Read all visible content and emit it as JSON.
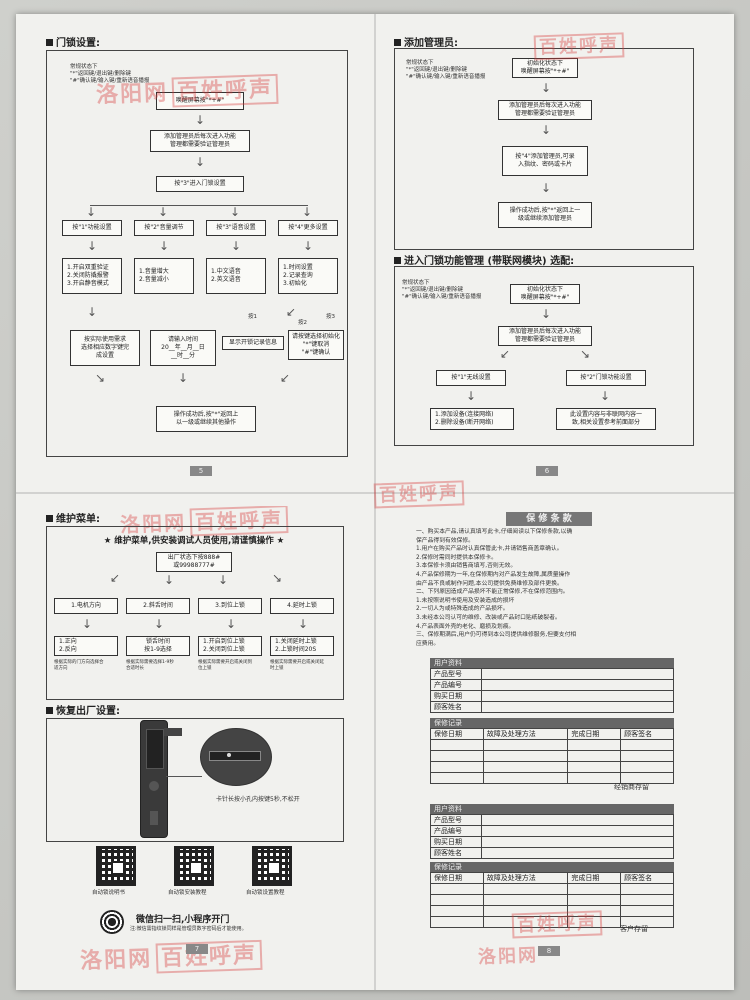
{
  "watermark": {
    "text1": "洛阳网",
    "text2": "百姓呼声"
  },
  "p5": {
    "title": "门锁设置:",
    "note": "常规状态下\n\"*\"返回键/退出键/删除键\n\"#\"确认键/输入键/重新语音播报",
    "wake": "唤醒屏幕按\"*+#\"",
    "verify": "添加管理员后每次进入功能\n管理都需要验证管理员",
    "enter": "按\"3\"进入门锁设置",
    "opts": [
      "按\"1\"功能设置",
      "按\"2\"音量调节",
      "按\"3\"语音设置",
      "按\"4\"更多设置"
    ],
    "subs": [
      "1.开启双重验证\n2.关闭防撬报警\n3.开启静音模式",
      "1.音量增大\n2.音量减小",
      "1.中文语音\n2.英文语音",
      "1.时间设置\n2.记录查询\n3.初始化"
    ],
    "press1": "按1",
    "press2": "按2",
    "press3": "按3",
    "follow": "按实际使用需求\n选择相应数字键完\n成设置",
    "time": "请输入时间\n20__年__月__日\n__时__分",
    "record": "显示开锁记录信息",
    "init": "请按键选择初始化\n\"*\"键取消\n\"#\"键确认",
    "done": "操作成功后,按\"*\"返回上\n以一级或继续其他操作",
    "page": "5"
  },
  "p6": {
    "title1": "添加管理员:",
    "note1": "常规状态下\n\"*\"返回键/退出键/删除键\n\"#\"确认键/输入键/重新语音播报",
    "init1": "初始化状态下\n唤醒屏幕按\"*+#\"",
    "verify1": "添加管理员后每次进入功能\n管理都需要验证管理员",
    "add": "按\"4\"添加管理员,可录\n入指纹、密码或卡片",
    "back": "操作成功后,按\"*\"返回上一\n级或继续添加管理员",
    "title2": "进入门锁功能管理 (带联网模块) 选配:",
    "note2": "常规状态下\n\"*\"返回键/退出键/删除键\n\"#\"确认键/输入键/重新语音播报",
    "init2": "初始化状态下\n唤醒屏幕按\"*+#\"",
    "verify2": "添加管理员后每次进入功能\n管理都需要验证管理员",
    "opt1": "按\"1\"无线设置",
    "opt2": "按\"2\"门锁功能设置",
    "net": "1.添加设备(连接网络)\n2.删除设备(断开网络)",
    "same": "此设置内容与非联网内容一\n致,相关设置参考前面部分",
    "page": "6"
  },
  "p7": {
    "title": "维护菜单:",
    "banner": "★ 维护菜单,供安装调试人员使用,请谨慎操作 ★",
    "code": "出厂状态下按888#\n或99988777#",
    "items": [
      "1.电机方向",
      "2.斜舌时间",
      "3.到位上锁",
      "4.延时上锁"
    ],
    "subs": [
      "1.正向\n2.反向",
      "锁舌时间\n按1-9选择",
      "1.开启到位上锁\n2.关闭到位上锁",
      "1.关闭延时上锁\n2.上锁时间20S"
    ],
    "hints": [
      "根据实际的门方向选择合\n适方向",
      "根据实际需要选择1-9秒\n合适时长",
      "根据实际需要开启或关闭到\n位上锁",
      "根据实际需要开启或关闭延\n时上锁"
    ],
    "title2": "恢复出厂设置:",
    "reset": "卡针长按小孔内按键5秒,不松开",
    "qr": [
      "自动锁说明书",
      "自动锁安装教程",
      "自动锁设置教程"
    ],
    "wechat": "微信扫一扫,小程序开门",
    "wechat_note": "注:微信需指纹锁同样是管理员数字密码后才能使用。",
    "page": "7"
  },
  "p8": {
    "title": "保 修 条 款",
    "terms": "一、购买本产品,请认真填写此卡,仔细阅读以下保修条款,以确\n   保产品得到有效保修。\n   1.用户在购买产品时认真保管此卡,并请销售商盖章确认。\n   2.保修时需同时提供本保修卡。\n   3.本保修卡须由销售商填写,否则无效。\n   4.产品保修期为一年,在保修期内对产品发生故障,属质量操作\n     由产品不良或制作问题,本公司提供免费维修及部件更换。\n二、下列原因造成产品损坏不能正常保修,不在保修范围内。\n   1.未按照说明书使用及安装造成的损坏\n   2.一切人为或特殊造成的产品损坏。\n   3.未经本公司认可的维修、改装或产品封口贴纸破裂者。\n   4.产品表面外壳的老化、磨损及划痕。\n三、保修期满后,用户仍可得到本公司提供维修服务,但要支付相\n   应费用。",
    "user_info": "用户资料",
    "fields": [
      "产品型号",
      "产品编号",
      "购买日期",
      "顾客姓名"
    ],
    "record": "保修记录",
    "cols": [
      "保修日期",
      "故障及处理方法",
      "完成日期",
      "顾客签名"
    ],
    "keep1": "经销商存留",
    "keep2": "客户存留",
    "page": "8"
  }
}
